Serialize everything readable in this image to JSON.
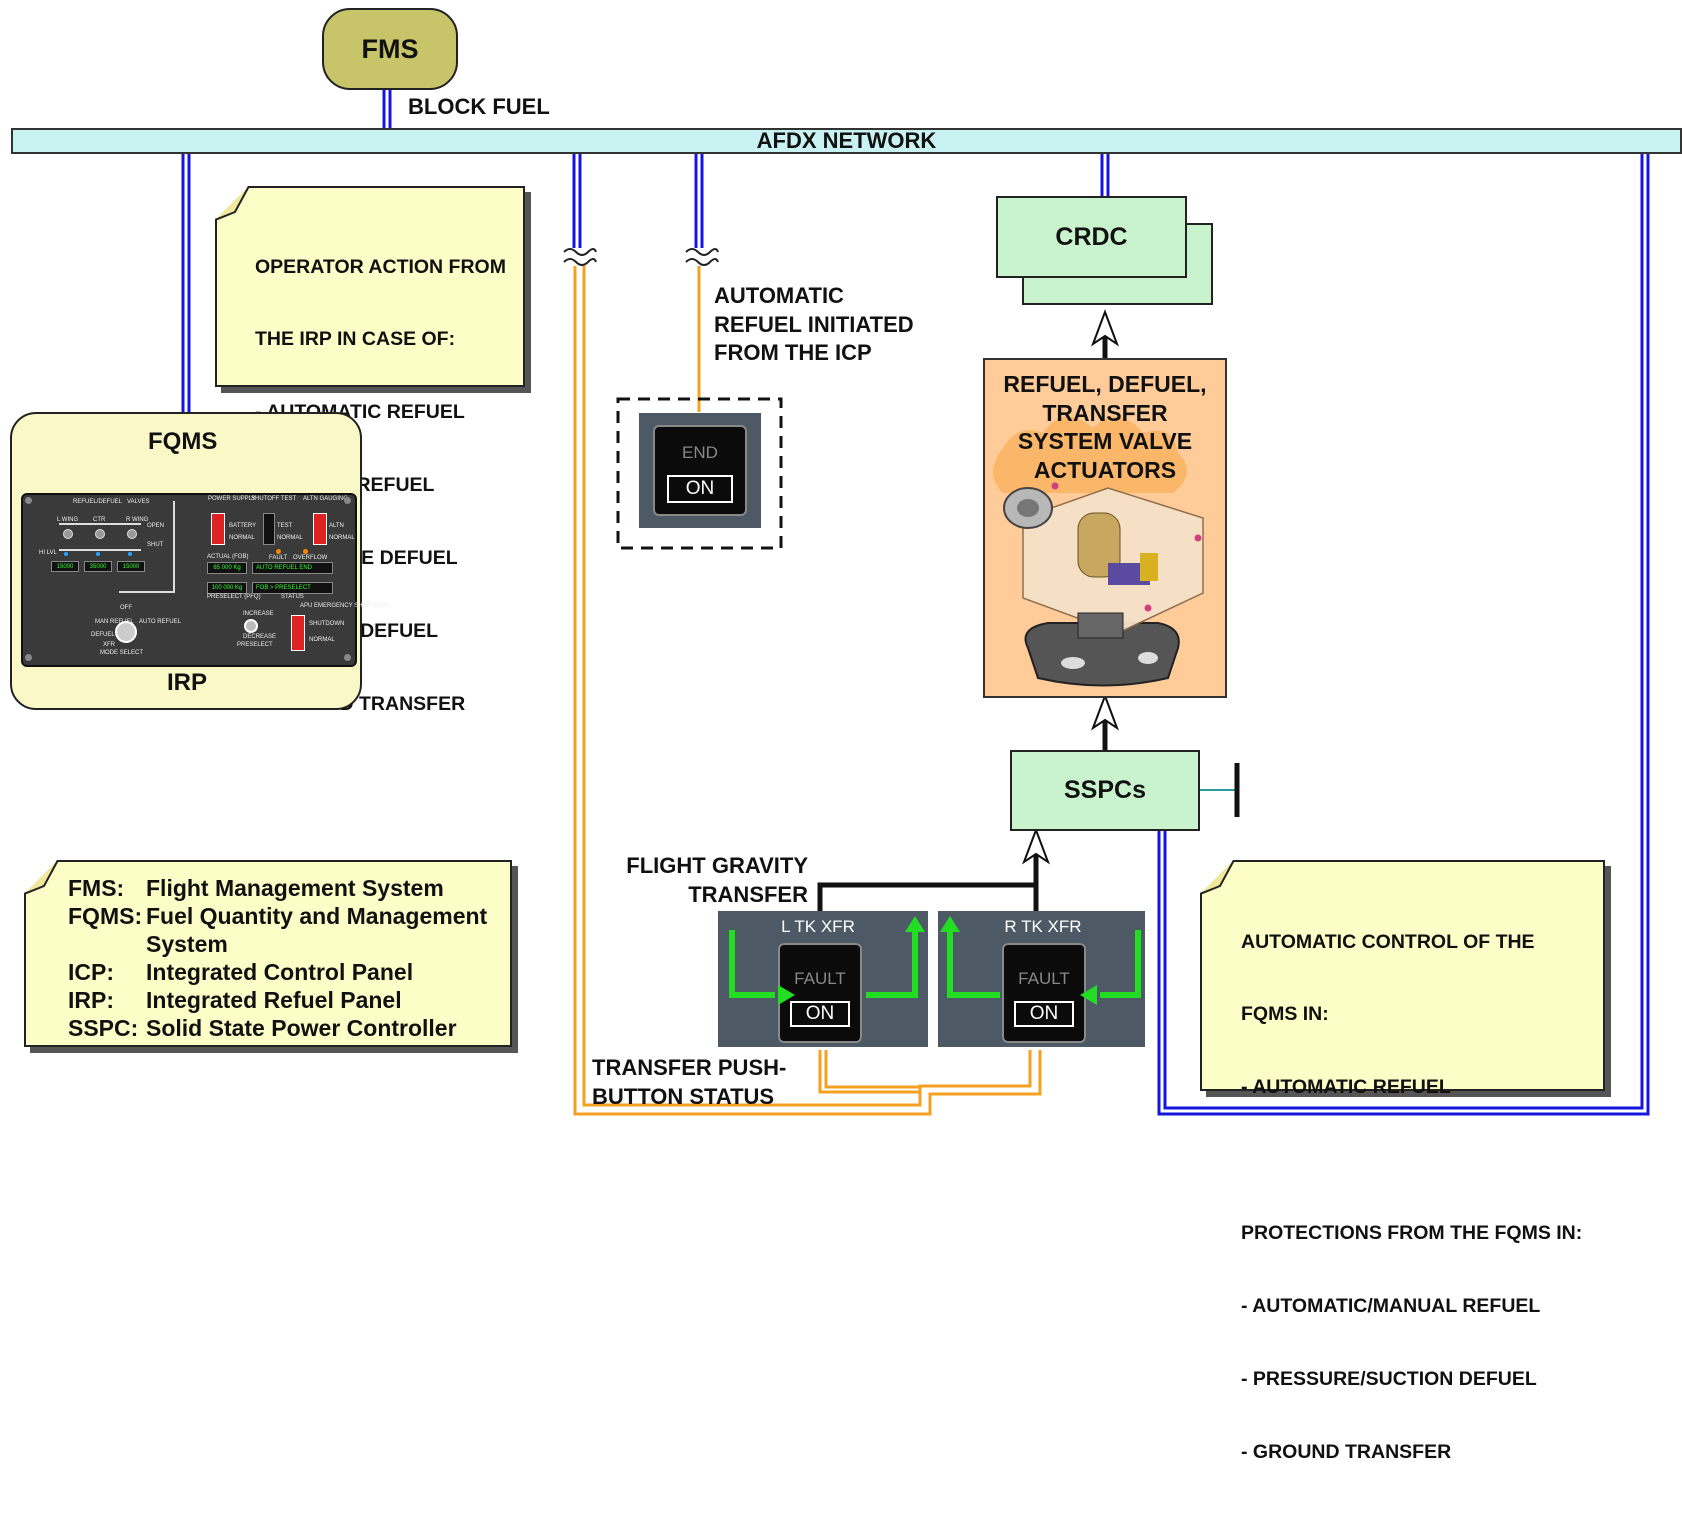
{
  "fms": {
    "label": "FMS",
    "link_label": "BLOCK FUEL"
  },
  "network": {
    "label": "AFDX NETWORK"
  },
  "operator_note": {
    "lines": [
      "OPERATOR ACTION FROM",
      "THE IRP IN CASE OF:",
      "- AUTOMATIC REFUEL",
      "- MANUAL REFUEL",
      "- PRESSURE DEFUEL",
      "- SUCTION DEFUEL",
      "- GROUND TRANSFER"
    ]
  },
  "fqms": {
    "label": "FQMS",
    "panel_label": "IRP",
    "irp": {
      "refuel_defuel": "REFUEL/DEFUEL",
      "valves": "VALVES",
      "power_supply": "POWER SUPPLY",
      "shutoff_test": "SHUTOFF TEST",
      "altn_gauging": "ALTN GAUGING",
      "l_wing": "L WING",
      "ctr": "CTR",
      "r_wing": "R WING",
      "open": "OPEN",
      "shut": "SHUT",
      "hi_lvl": "HI LVL",
      "battery": "BATTERY",
      "normal": "NORMAL",
      "test": "TEST",
      "altn": "ALTN",
      "fault": "FAULT",
      "overflow": "OVERFLOW",
      "actual": "ACTUAL (FOB)",
      "preselect": "PRESELECT (PFQ)",
      "status": "STATUS",
      "readout_l": "15000",
      "readout_c": "35000",
      "readout_r": "15000",
      "actual_value": "65 000 Kg",
      "preselect_value": "100 000 Kg",
      "status_1": "AUTO REFUEL END",
      "status_2": "FOB > PRESELECT",
      "mode_select": "MODE SELECT",
      "off": "OFF",
      "man_refuel": "MAN REFUEL",
      "auto_refuel": "AUTO REFUEL",
      "defuel": "DEFUEL",
      "xfr": "XFR",
      "increase": "INCREASE",
      "decrease": "DECREASE",
      "preselect_knob": "PRESELECT",
      "apu_emergency": "APU EMERGENCY SHUTDOWN",
      "shutdown": "SHUTDOWN"
    }
  },
  "icp": {
    "label_lines": [
      "AUTOMATIC",
      "REFUEL INITIATED",
      "FROM THE ICP"
    ],
    "button_top": "END",
    "button_bottom": "ON"
  },
  "crdc": {
    "label": "CRDC"
  },
  "actuators": {
    "label_lines": [
      "REFUEL, DEFUEL,",
      "TRANSFER",
      "SYSTEM VALVE",
      "ACTUATORS"
    ]
  },
  "sspc": {
    "label": "SSPCs"
  },
  "gravity_transfer": {
    "label_lines": [
      "FLIGHT GRAVITY",
      "TRANSFER"
    ]
  },
  "xfr_panels": [
    {
      "title": "L TK XFR",
      "top": "FAULT",
      "bottom": "ON"
    },
    {
      "title": "R TK XFR",
      "top": "FAULT",
      "bottom": "ON"
    }
  ],
  "transfer_status": {
    "label_lines": [
      "TRANSFER PUSH-",
      "BUTTON STATUS"
    ]
  },
  "legend": [
    {
      "abbr": "FMS:",
      "text": "Flight Management System"
    },
    {
      "abbr": "FQMS:",
      "text": "Fuel Quantity and Management System"
    },
    {
      "abbr": "ICP:",
      "text": "Integrated Control Panel"
    },
    {
      "abbr": "IRP:",
      "text": "Integrated Refuel Panel"
    },
    {
      "abbr": "SSPC:",
      "text": "Solid State Power Controller"
    }
  ],
  "auto_note": {
    "lines": [
      "AUTOMATIC CONTROL OF THE",
      "FQMS IN:",
      "- AUTOMATIC REFUEL",
      "",
      "PROTECTIONS FROM THE FQMS IN:",
      "- AUTOMATIC/MANUAL REFUEL",
      "- PRESSURE/SUCTION DEFUEL",
      "- GROUND TRANSFER"
    ]
  },
  "colors": {
    "bus_blue": "#1515e0",
    "orange_wire": "#f5a020",
    "green_arrow": "#22dd22",
    "network_fill": "#c9f3f3",
    "box_green": "#c8f3cc",
    "note_yellow": "#fdfdc8",
    "fms_fill": "#c8c46a",
    "actuator_fill": "#ffcc99"
  }
}
